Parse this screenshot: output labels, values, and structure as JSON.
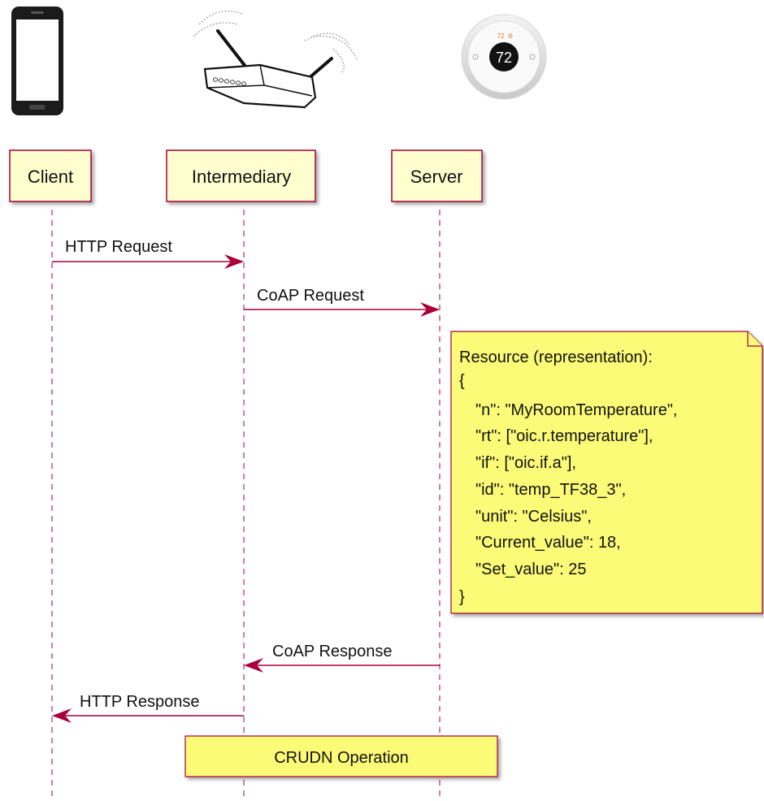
{
  "participants": [
    {
      "name": "Client"
    },
    {
      "name": "Intermediary"
    },
    {
      "name": "Server"
    }
  ],
  "device_icons": {
    "client": "smartphone-icon",
    "intermediary": "wifi-router-icon",
    "server": "thermostat-icon"
  },
  "thermostat_display": {
    "value": "72",
    "setpoint": "72"
  },
  "messages": [
    {
      "label": "HTTP Request",
      "from": "Client",
      "to": "Intermediary"
    },
    {
      "label": "CoAP Request",
      "from": "Intermediary",
      "to": "Server"
    },
    {
      "label": "CoAP Response",
      "from": "Server",
      "to": "Intermediary"
    },
    {
      "label": "HTTP Response",
      "from": "Intermediary",
      "to": "Client"
    }
  ],
  "note": {
    "lines": [
      "Resource (representation):",
      "{",
      "\"n\": \"MyRoomTemperature\",",
      "\"rt\": [\"oic.r.temperature\"],",
      "\"if\": [\"oic.if.a\"],",
      "\"id\": \"temp_TF38_3\",",
      "\"unit\": \"Celsius\",",
      "\"Current_value\": 18,",
      "\"Set_value\": 25",
      "}"
    ]
  },
  "group_label": "CRUDN Operation",
  "colors": {
    "participant_fill": "#FEFECE",
    "participant_border": "#A80036",
    "arrow": "#A80036",
    "note_fill": "#FBFB77",
    "note_border": "#A80036",
    "group_fill": "#FBFB77"
  }
}
